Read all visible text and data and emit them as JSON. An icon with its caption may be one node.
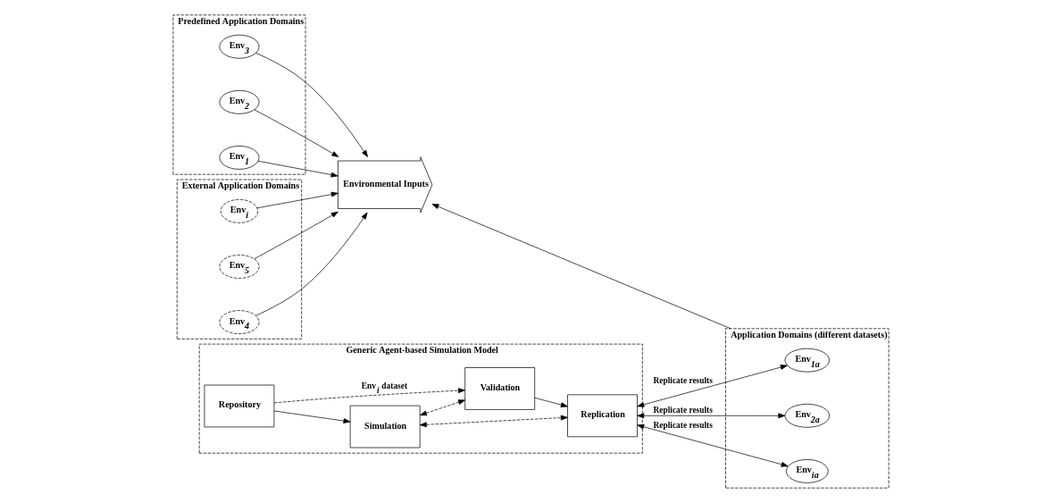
{
  "diagram": {
    "nodes": [
      {
        "text": [
          "Predefined Application Domains"
        ]
      },
      {
        "text": [
          "Env$_{1}$"
        ],
        "in": 0
      },
      {
        "text": [
          "Env$_{2}$"
        ],
        "in": 0
      },
      {
        "text": [
          "Env$_{3}$"
        ],
        "in": 0
      },
      {
        "text": [
          "External Application Domains"
        ]
      },
      {
        "text": [
          "Env$_{4}$"
        ],
        "in": 4
      },
      {
        "text": [
          "Env$_{5}$"
        ],
        "in": 4
      },
      {
        "text": [
          "Env$_{i}$"
        ],
        "in": 4
      },
      {
        "text": [
          "Environmental Inputs"
        ]
      },
      {
        "text": [
          "Generic Agent-based Simulation Model"
        ]
      },
      {
        "text": [
          "Simulation"
        ],
        "in": 9
      },
      {
        "text": [
          "Repository"
        ],
        "in": 9
      },
      {
        "text": [
          "Replication"
        ],
        "in": 9
      },
      {
        "text": [
          "Validation"
        ],
        "in": 9
      },
      {
        "text": [
          "Application Domains (different datasets)"
        ]
      },
      {
        "text": [
          "Env$_{1a}$"
        ],
        "in": 14
      },
      {
        "text": [
          "Env$_{2a}$"
        ],
        "in": 14
      },
      {
        "text": [
          "Env$_{ia}$"
        ],
        "in": 14
      }
    ],
    "edges": [
      {
        "from": 1,
        "to": 8,
        "arrow": "to"
      },
      {
        "from": 2,
        "to": 8,
        "arrow": "to"
      },
      {
        "from": 3,
        "to": 8,
        "arrow": "to"
      },
      {
        "from": 5,
        "to": 8,
        "arrow": "to"
      },
      {
        "from": 6,
        "to": 8,
        "arrow": "to"
      },
      {
        "from": 7,
        "to": 8,
        "arrow": "to"
      },
      {
        "from": 11,
        "to": 10,
        "arrow": "to"
      },
      {
        "from": 10,
        "to": 12,
        "arrow": "both",
        "style": "dashed"
      },
      {
        "from": 10,
        "to": 13,
        "arrow": "both",
        "style": "dashed"
      },
      {
        "from": 11,
        "to": 13,
        "arrow": "to",
        "style": "dashed",
        "label": "Env$_{i}$ dataset"
      },
      {
        "from": 13,
        "to": 12,
        "arrow": "to"
      },
      {
        "from": 12,
        "to": 15,
        "arrow": "both",
        "label": "Replicate results"
      },
      {
        "from": 12,
        "to": 16,
        "arrow": "both",
        "label": "Replicate results"
      },
      {
        "from": 12,
        "to": 17,
        "arrow": "both",
        "label": "Replicate results"
      },
      {
        "from": 14,
        "to": 8,
        "arrow": "to"
      }
    ]
  }
}
